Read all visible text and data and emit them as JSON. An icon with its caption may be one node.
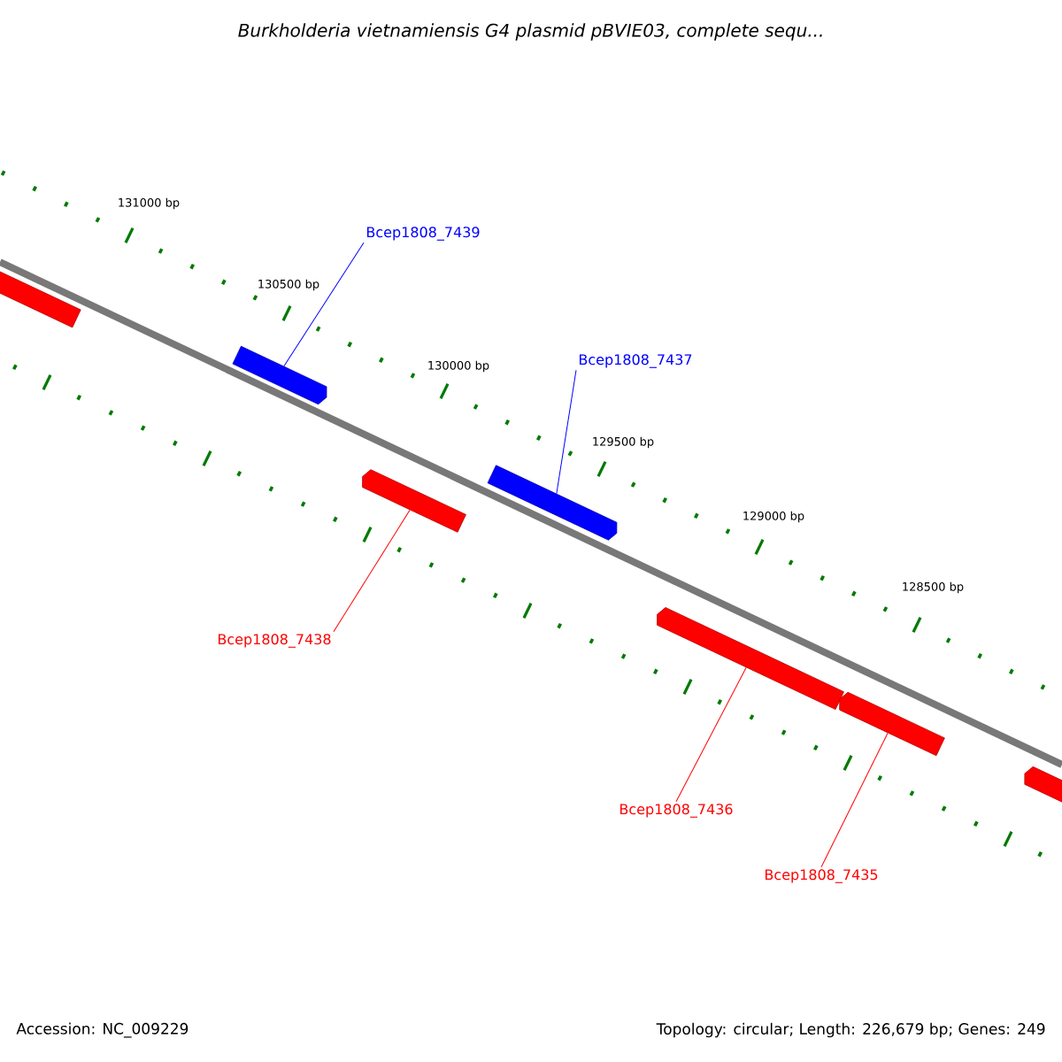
{
  "diagram": {
    "title": "Burkholderia vietnamiensis G4 plasmid pBVIE03, complete sequ...",
    "nodes": [
      {
        "text": [],
        "shape": "bar"
      },
      {
        "text": [
          "Bcep1808_7439"
        ]
      },
      {
        "text": [],
        "shape": "bar"
      },
      {
        "text": [
          "Bcep1808_7437"
        ]
      },
      {
        "text": [],
        "shape": "bar"
      },
      {
        "text": [],
        "shape": "bar"
      },
      {
        "text": [
          "Bcep1808_7438"
        ]
      },
      {
        "text": [],
        "shape": "bar"
      },
      {
        "text": [],
        "shape": "bar"
      },
      {
        "text": [
          "Bcep1808_7436"
        ]
      },
      {
        "text": [
          "Bcep1808_7435"
        ]
      },
      {
        "text": [],
        "shape": "bar"
      }
    ],
    "edges": [
      {
        "from": 1,
        "to": 2,
        "arrow": "none",
        "color": "#0000ff"
      },
      {
        "from": 3,
        "to": 4,
        "arrow": "none",
        "color": "#0000ff"
      },
      {
        "from": 6,
        "to": 5,
        "arrow": "none"
      },
      {
        "from": 9,
        "to": 7,
        "arrow": "none"
      },
      {
        "from": 10,
        "to": 8,
        "arrow": "none"
      }
    ],
    "labels": [
      "131000 bp",
      "130500 bp",
      "130000 bp",
      "129500 bp",
      "129000 bp",
      "128500 bp",
      "Accession: NC_009229",
      "Topology: circular; Length: 226,679 bp; Genes: 249"
    ]
  }
}
